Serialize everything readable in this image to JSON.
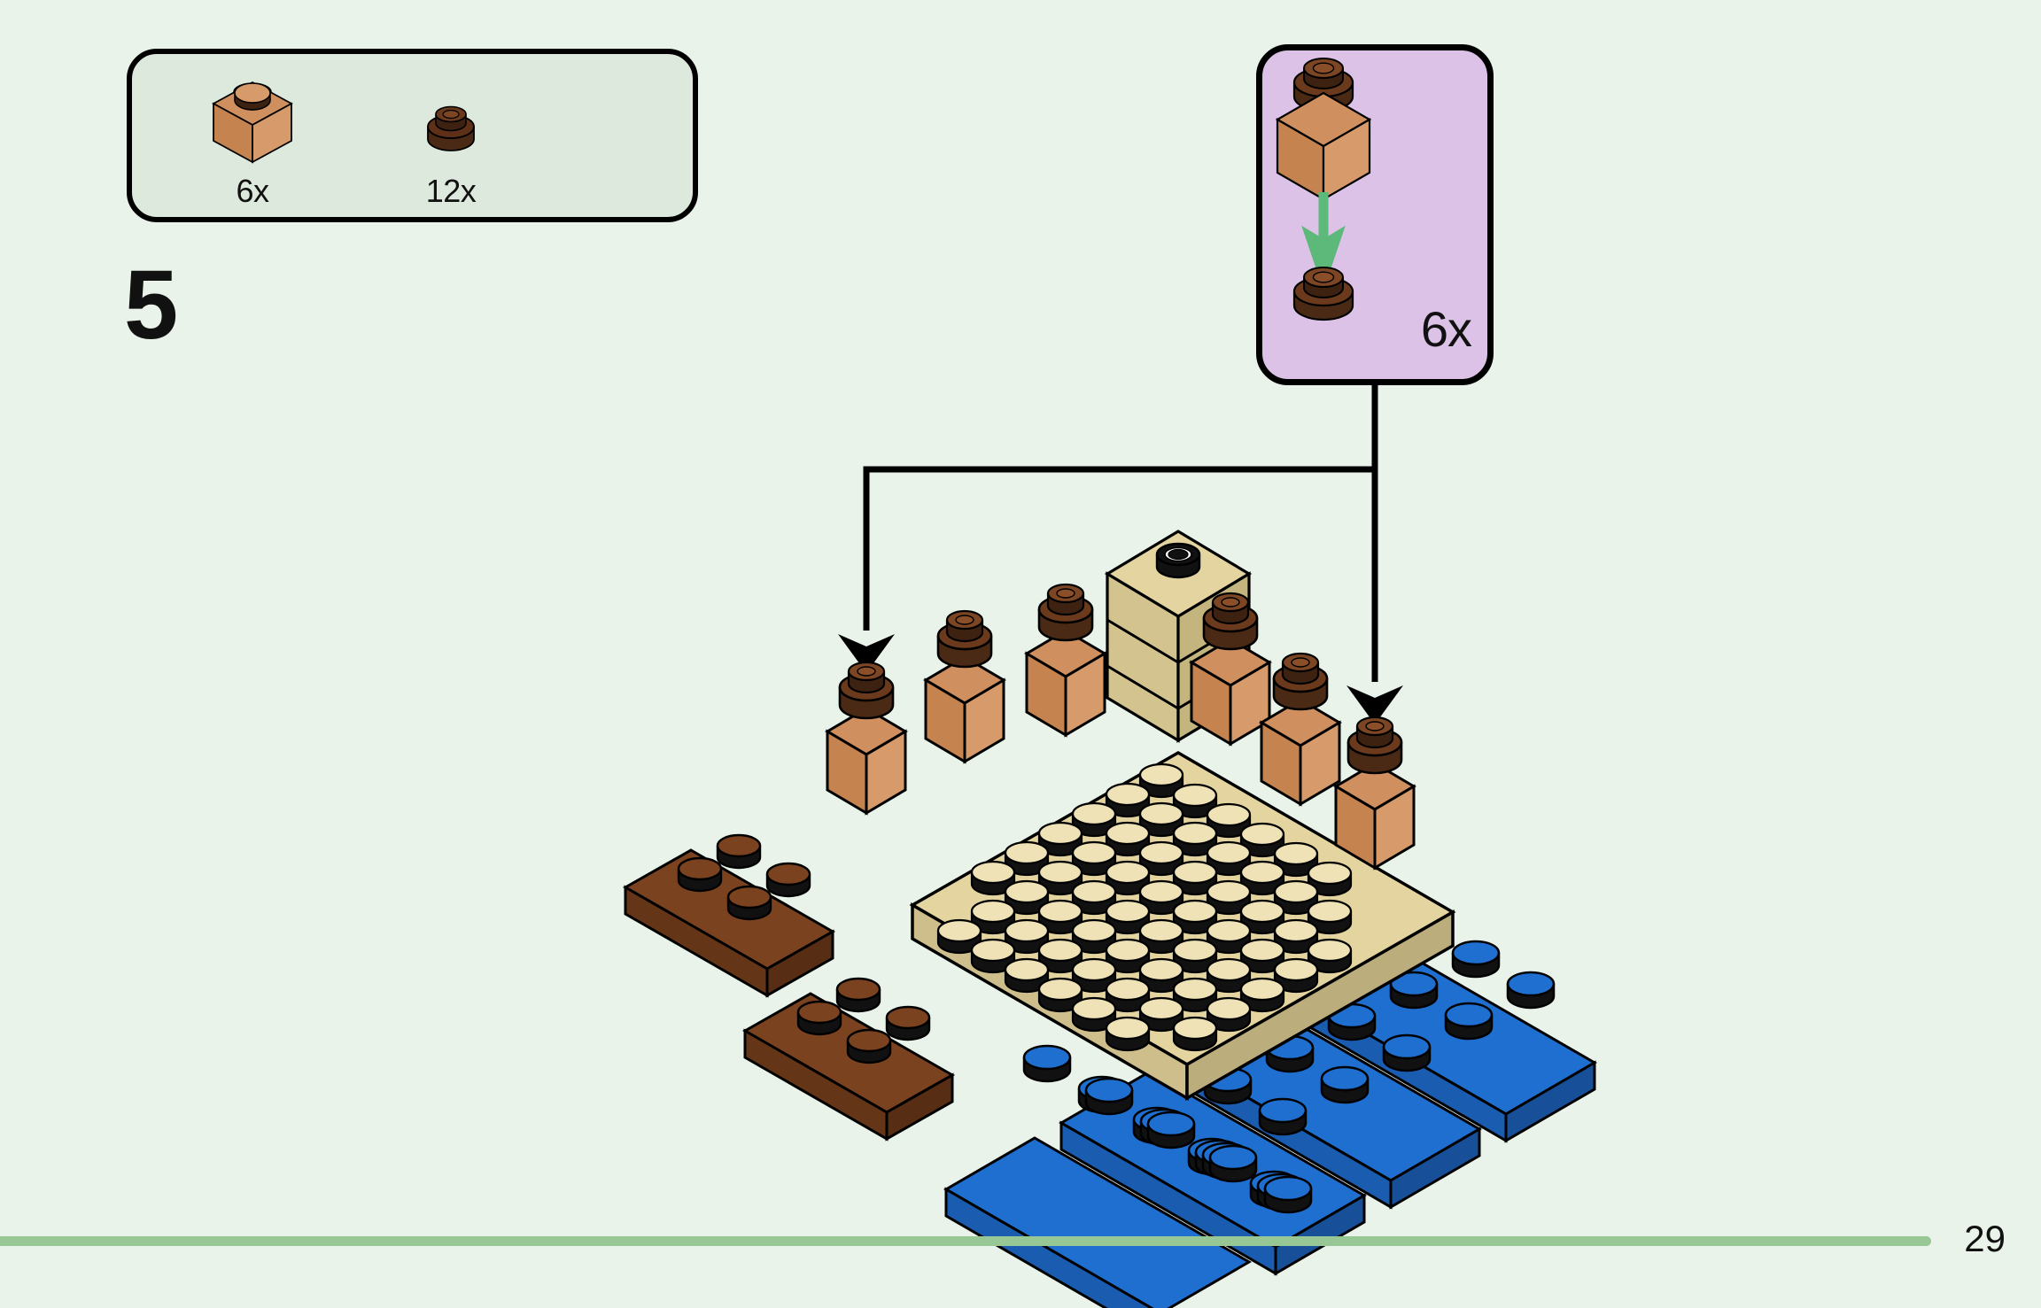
{
  "page": {
    "background_color": "#e9f3ea",
    "page_number": "29",
    "footer_rule_color": "#96c795"
  },
  "step": {
    "number": "5"
  },
  "parts_box": {
    "background_color": "#dde9dd",
    "border_color": "#000000",
    "parts": [
      {
        "icon": "lego-1x1-brick-medium-nougat",
        "quantity_label": "6x",
        "color": "#d79a6a"
      },
      {
        "icon": "lego-1x1-round-plate-dark-brown",
        "quantity_label": "12x",
        "color": "#5e3018"
      }
    ]
  },
  "callout": {
    "background_color": "#ddc2e8",
    "border_color": "#000000",
    "quantity_label": "6x",
    "arrow_color": "#5cb97a",
    "sub_assembly": {
      "top_piece": {
        "icon": "lego-1x1-round-plate-dark-brown",
        "color": "#5e3018"
      },
      "base_piece": {
        "icon": "lego-1x1-brick-medium-nougat",
        "color": "#d79a6a"
      },
      "target_piece": {
        "icon": "lego-1x1-round-plate-dark-brown",
        "color": "#5e3018"
      }
    }
  },
  "model": {
    "description": "Isometric LEGO sub-build on a tan baseplate with blue water plates",
    "placement_arrow_color": "#000000",
    "placement_arrow_count": 2,
    "elements": [
      {
        "name": "tan-baseplate",
        "color": "#e3d4a0",
        "studs": "8x8"
      },
      {
        "name": "blue-water-plates",
        "color": "#1f6fd0",
        "count": 4
      },
      {
        "name": "brown-plate-left-upper",
        "color": "#7b4220",
        "studs": "2x2"
      },
      {
        "name": "brown-plate-left-lower",
        "color": "#7b4220",
        "studs": "2x2"
      },
      {
        "name": "tan-tower",
        "color": "#e3d4a0"
      },
      {
        "name": "tree-assembly",
        "color": "#d79a6a",
        "count": 6
      }
    ]
  }
}
